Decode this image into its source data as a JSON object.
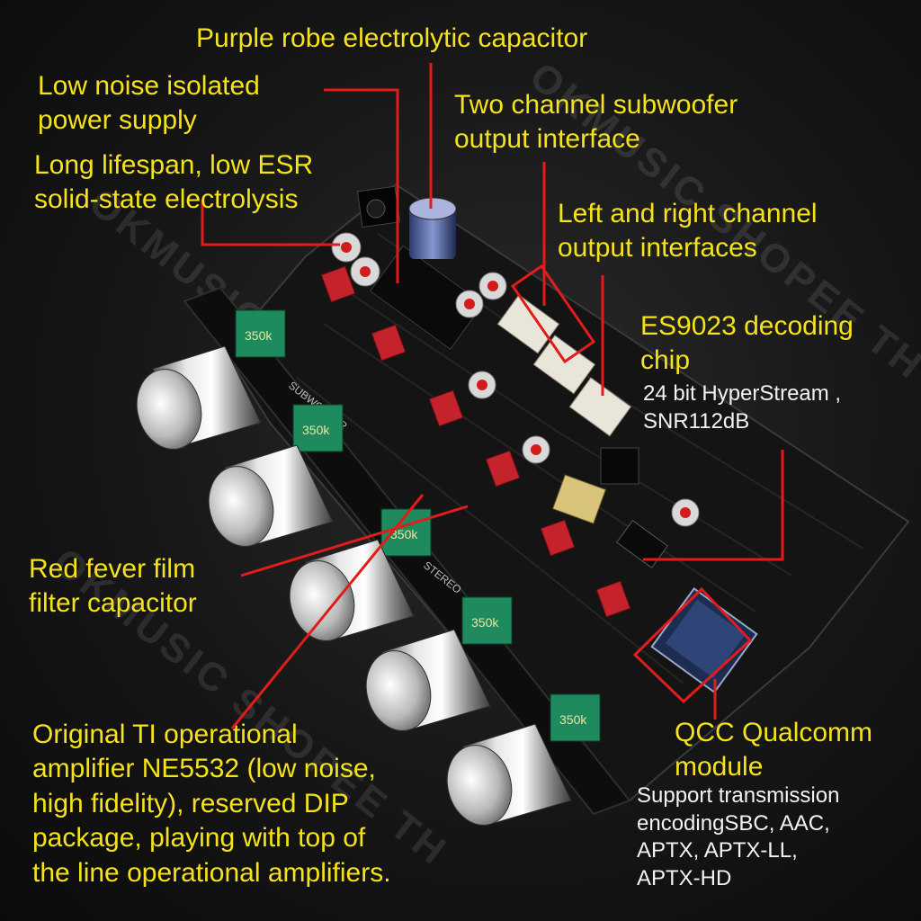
{
  "watermark": "OKMUSIC SHOPEE TH",
  "colors": {
    "callout": "#f4e21a",
    "detail": "#f2f2f2",
    "leader": "#e21b1b",
    "pcb": "#141414"
  },
  "callouts": {
    "capacitor": "Purple robe electrolytic capacitor",
    "power_supply": [
      "Low noise isolated",
      "power supply"
    ],
    "solid_state": [
      "Long lifespan, low ESR",
      "solid-state electrolysis"
    ],
    "subwoofer": [
      "Two channel subwoofer",
      "output interface"
    ],
    "lr_output": [
      "Left and right channel",
      "output interfaces"
    ],
    "es9023": {
      "title": [
        "ES9023 decoding",
        "chip"
      ],
      "detail": [
        "24 bit HyperStream ,",
        "SNR112dB"
      ]
    },
    "film_cap": [
      "Red fever film",
      "filter capacitor"
    ],
    "opamp": [
      "Original TI operational",
      "amplifier NE5532 (low noise,",
      "high fidelity), reserved DIP",
      "package, playing with top of",
      "the line operational amplifiers."
    ],
    "qcc": {
      "title": [
        "QCC Qualcomm",
        "module"
      ],
      "detail": [
        "Support transmission",
        "encodingSBC, AAC,",
        "APTX, APTX-LL,",
        "APTX-HD"
      ]
    }
  },
  "pcb": {
    "silkscreen": [
      "SUBWOOFER",
      "STEREO"
    ],
    "pot_marking": "350k"
  }
}
